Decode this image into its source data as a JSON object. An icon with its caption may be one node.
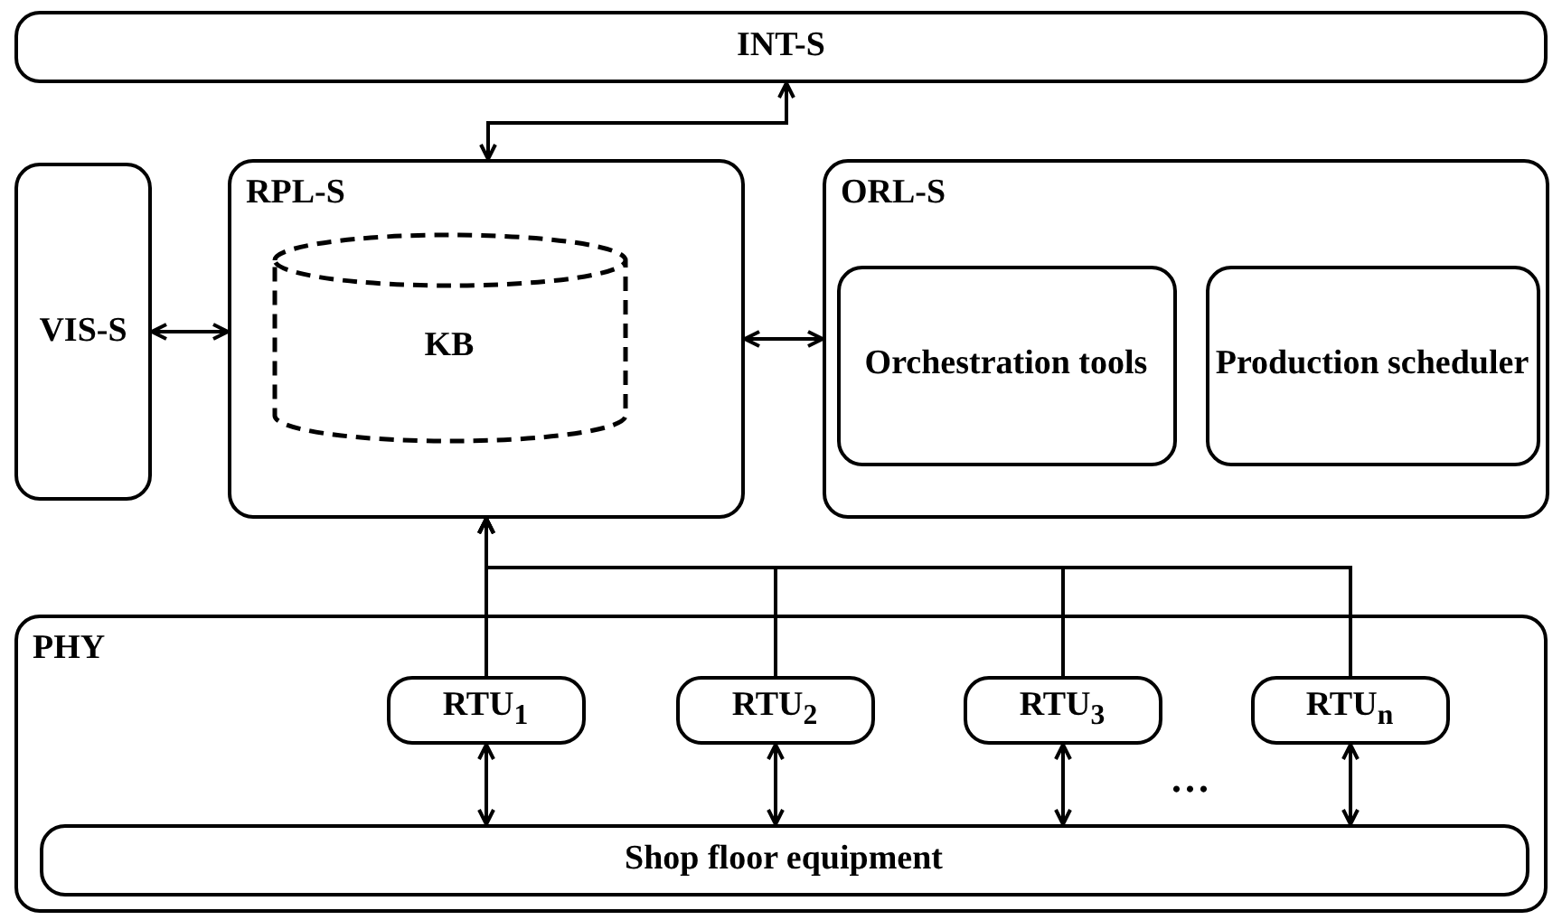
{
  "diagram": {
    "nodes": [
      {
        "text": [
          "INT-S"
        ]
      },
      {
        "text": [
          "VIS-S"
        ]
      },
      {
        "text": [
          "RPL-S"
        ]
      },
      {
        "text": [
          "KB"
        ],
        "in": 2
      },
      {
        "text": [
          "ORL-S"
        ]
      },
      {
        "text": [
          "Orchestration tools"
        ],
        "in": 4
      },
      {
        "text": [
          "Production scheduler"
        ],
        "in": 4
      },
      {
        "text": [
          "PHY"
        ]
      },
      {
        "text": [
          "RTU$_{1}$"
        ],
        "in": 7
      },
      {
        "text": [
          "RTU$_{2}$"
        ],
        "in": 7
      },
      {
        "text": [
          "RTU$_{3}$"
        ],
        "in": 7
      },
      {
        "text": [
          "RTU$_{n}$"
        ],
        "in": 7
      },
      {
        "text": [
          "Shop floor equipment"
        ],
        "in": 7
      }
    ],
    "edges": [
      {
        "from": 0,
        "to": 2,
        "arrow": "both"
      },
      {
        "from": 1,
        "to": 2,
        "arrow": "both"
      },
      {
        "from": 2,
        "to": 4,
        "arrow": "both"
      },
      {
        "from": 8,
        "to": 2,
        "arrow": "to"
      },
      {
        "from": 9,
        "to": 2,
        "arrow": "to"
      },
      {
        "from": 10,
        "to": 2,
        "arrow": "to"
      },
      {
        "from": 11,
        "to": 2,
        "arrow": "to"
      },
      {
        "from": 8,
        "to": 12,
        "arrow": "both"
      },
      {
        "from": 9,
        "to": 12,
        "arrow": "both"
      },
      {
        "from": 10,
        "to": 12,
        "arrow": "both"
      },
      {
        "from": 11,
        "to": 12,
        "arrow": "both"
      }
    ],
    "labels": [
      "..."
    ]
  }
}
